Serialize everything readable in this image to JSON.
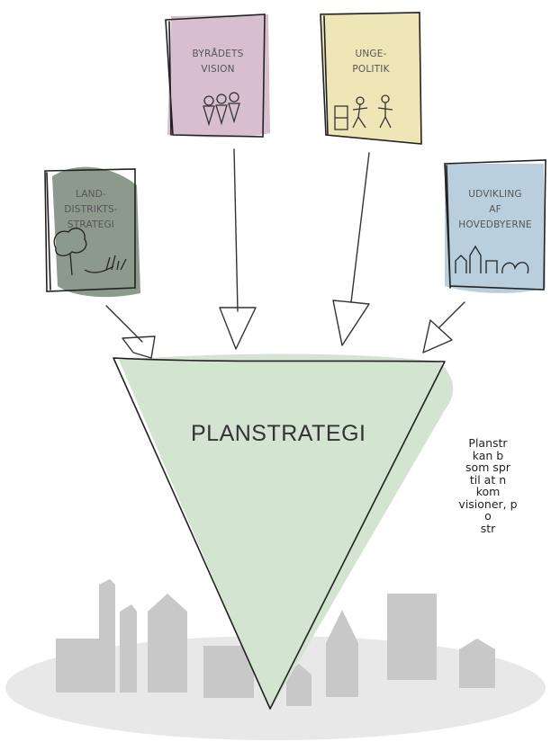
{
  "boxes": {
    "byraadets_vision": [
      "BYRÅDETS",
      "VISION"
    ],
    "ungepolitik": [
      "UNGE-",
      "POLITIK"
    ],
    "landdistriktsstrategi": [
      "LAND-",
      "DISTRIKTS-",
      "STRATEGI"
    ],
    "udvikling_hovedbyerne": [
      "UDVIKLING",
      "AF",
      "HOVEDBYERNE"
    ]
  },
  "center": {
    "title": "PLANSTRATEGI"
  },
  "side_text": [
    "Planstr",
    "kan b",
    "som spr",
    "til at n",
    "kom",
    "visioner, p",
    "o",
    "str"
  ],
  "colors": {
    "vision_fill": "#d7bfcf",
    "unge_fill": "#efe6b8",
    "land_fill": "#8c9a8c",
    "udvikling_fill": "#b9cfde",
    "triangle_fill": "#d3e4d1",
    "city_fill": "#c8c8c8",
    "ground_fill": "#e8e8e8"
  }
}
